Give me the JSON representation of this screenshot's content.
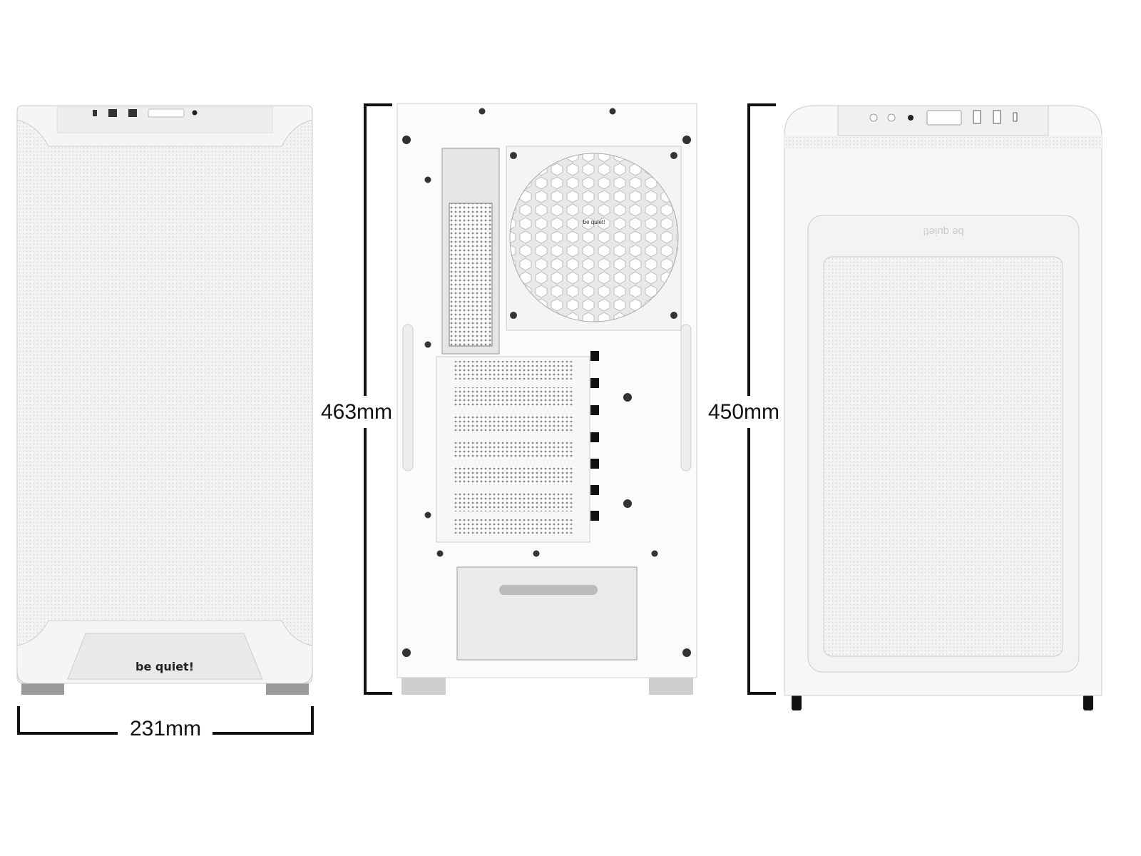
{
  "brand_logo": "be quiet!",
  "dimensions": {
    "width": "231mm",
    "height_back": "463mm",
    "depth": "450mm"
  },
  "views": [
    "front",
    "rear",
    "side"
  ],
  "colors": {
    "case": "#f2f2f2",
    "line": "#111111",
    "feet": "#9a9a9a"
  }
}
